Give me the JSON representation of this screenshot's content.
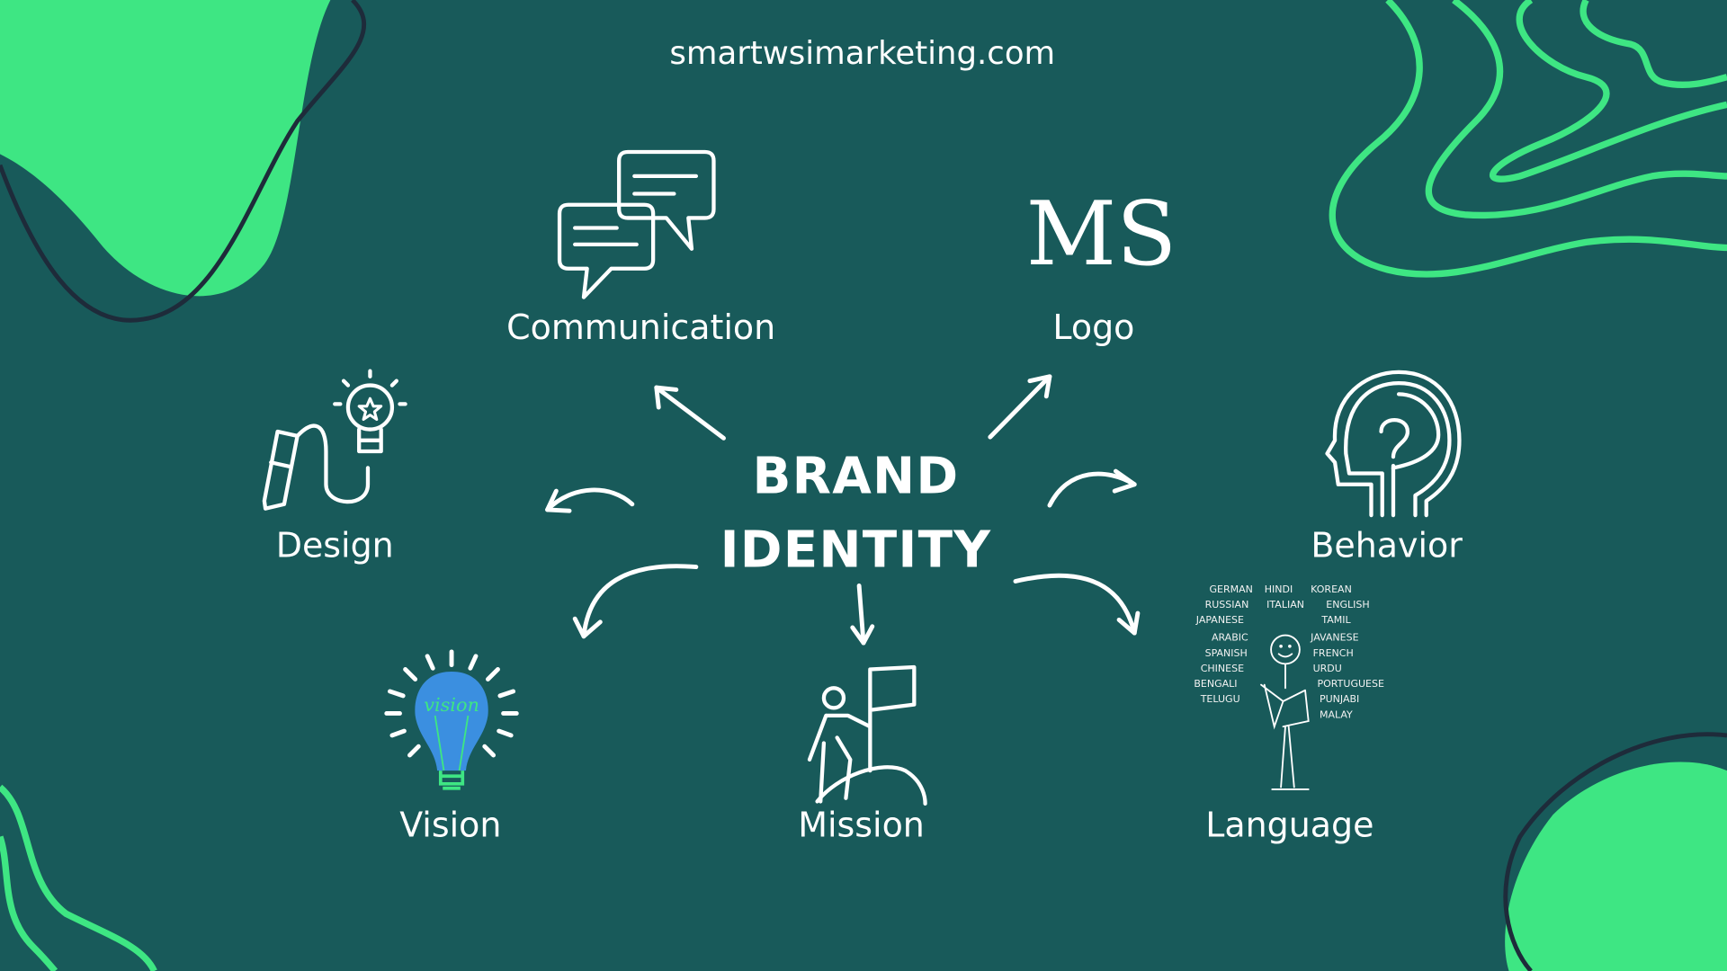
{
  "website": "smartwsimarketing.com",
  "center": {
    "line1": "BRAND",
    "line2": "IDENTITY"
  },
  "nodes": {
    "communication": "Communication",
    "logo": "Logo",
    "design": "Design",
    "behavior": "Behavior",
    "vision": "Vision",
    "mission": "Mission",
    "language": "Language"
  },
  "logo_mark": "MS",
  "vision_bulb_text": "vision",
  "languages": [
    "GERMAN",
    "HINDI",
    "KOREAN",
    "RUSSIAN",
    "ITALIAN",
    "ENGLISH",
    "JAPANESE",
    "TAMIL",
    "ARABIC",
    "SPANISH",
    "JAVANESE",
    "FRENCH",
    "URDU",
    "CHINESE",
    "PORTUGUESE",
    "BENGALI",
    "TELUGU",
    "PUNJABI",
    "MALAY"
  ],
  "colors": {
    "background": "#185a5a",
    "accent": "#3ee683",
    "dark_outline": "#1e2b3a",
    "bulb": "#3b8fe0"
  }
}
